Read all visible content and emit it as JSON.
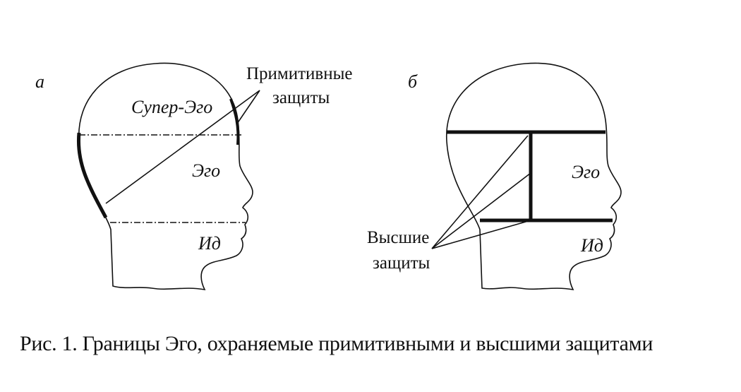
{
  "panel_a": {
    "letter": "а",
    "labels": {
      "superego": "Супер-Эго",
      "ego": "Эго",
      "id": "Ид",
      "primitive_line1": "Примитивные",
      "primitive_line2": "защиты"
    }
  },
  "panel_b": {
    "letter": "б",
    "labels": {
      "ego": "Эго",
      "id": "Ид",
      "higher_line1": "Высшие",
      "higher_line2": "защиты"
    }
  },
  "caption": "Рис. 1. Границы Эго, охраняемые примитивными и высшими защитами"
}
